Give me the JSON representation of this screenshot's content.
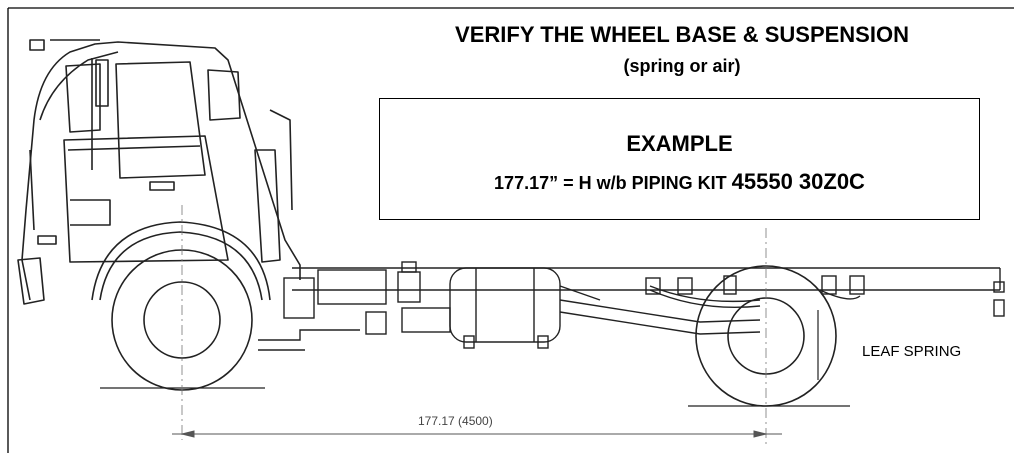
{
  "heading": "VERIFY THE WHEEL BASE & SUSPENSION",
  "subheading": "(spring or air)",
  "example": {
    "title": "EXAMPLE",
    "line_prefix": "177.17” = H w/b PIPING KIT ",
    "kit_number": "45550 30Z0C"
  },
  "labels": {
    "leaf_spring": "LEAF SPRING",
    "wheelbase_dimension": "177.17 (4500)"
  },
  "colors": {
    "line": "#000000",
    "drawing": "#222222"
  }
}
